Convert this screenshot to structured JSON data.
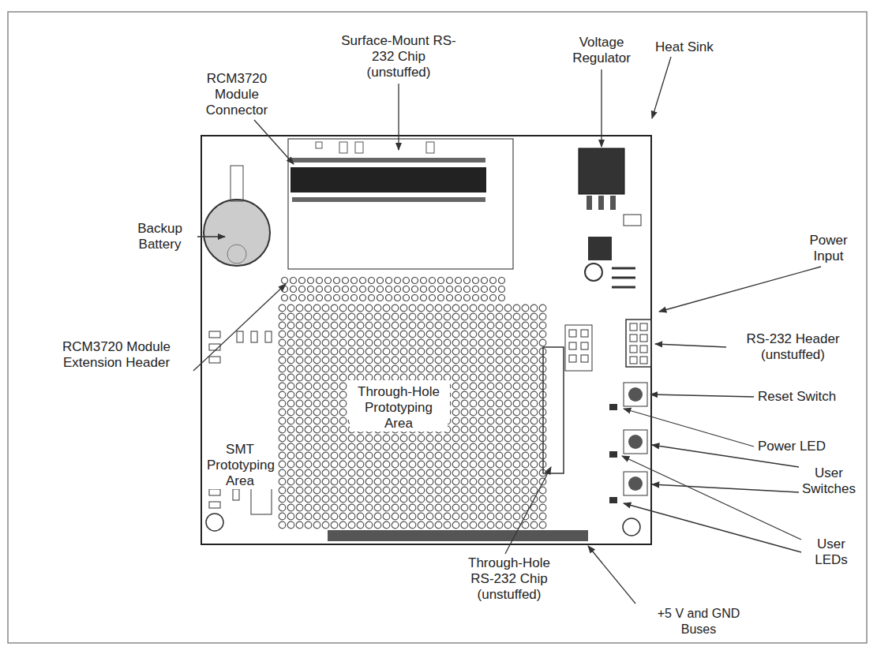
{
  "diagram": {
    "labels": [
      "Surface-Mount RS-232 Chip (unstuffed)",
      "Voltage Regulator",
      "Heat Sink",
      "RCM3720 Module Connector",
      "Backup Battery",
      "Power Input",
      "RS-232 Header (unstuffed)",
      "RCM3720 Module Extension Header",
      "Through-Hole Prototyping Area",
      "SMT Prototyping Area",
      "Reset Switch",
      "Power LED",
      "User Switches",
      "User LEDs",
      "Through-Hole RS-232 Chip (unstuffed)",
      "+5 V and GND Buses"
    ]
  }
}
